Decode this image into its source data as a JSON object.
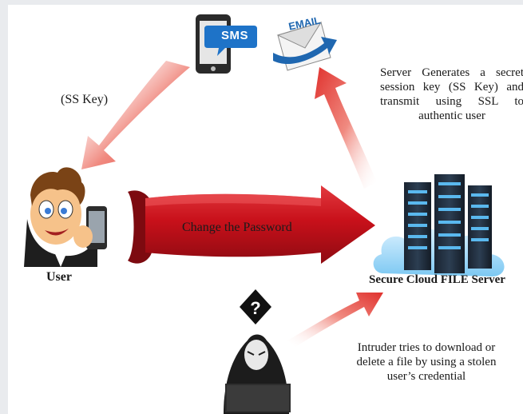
{
  "labels": {
    "ss_key": "(SS Key)",
    "server_note": "Server Generates a secret session key (SS Key) and transmit using SSL to authentic user",
    "intruder_note": "Intruder tries to download or delete a file by using a stolen user’s credential",
    "user": "User",
    "server": "Secure Cloud FILE Server",
    "change_password": "Change the Password",
    "sms": "SMS",
    "email": "EMAIL",
    "question_mark": "?"
  },
  "colors": {
    "arrow_red": "#e0322e",
    "arrow_fade": "#ffffff",
    "banner_red": "#c8101a",
    "sms_blue": "#1e73c8",
    "email_blue": "#1f67b0",
    "server_dark": "#1c2a3a",
    "server_light": "#5ab8ee",
    "hacker_dark": "#1c1c1c"
  },
  "icons": [
    "mobile-sms-icon",
    "email-envelope-icon",
    "user-with-phone-icon",
    "cloud-server-icon",
    "hacker-icon",
    "question-diamond-icon"
  ]
}
